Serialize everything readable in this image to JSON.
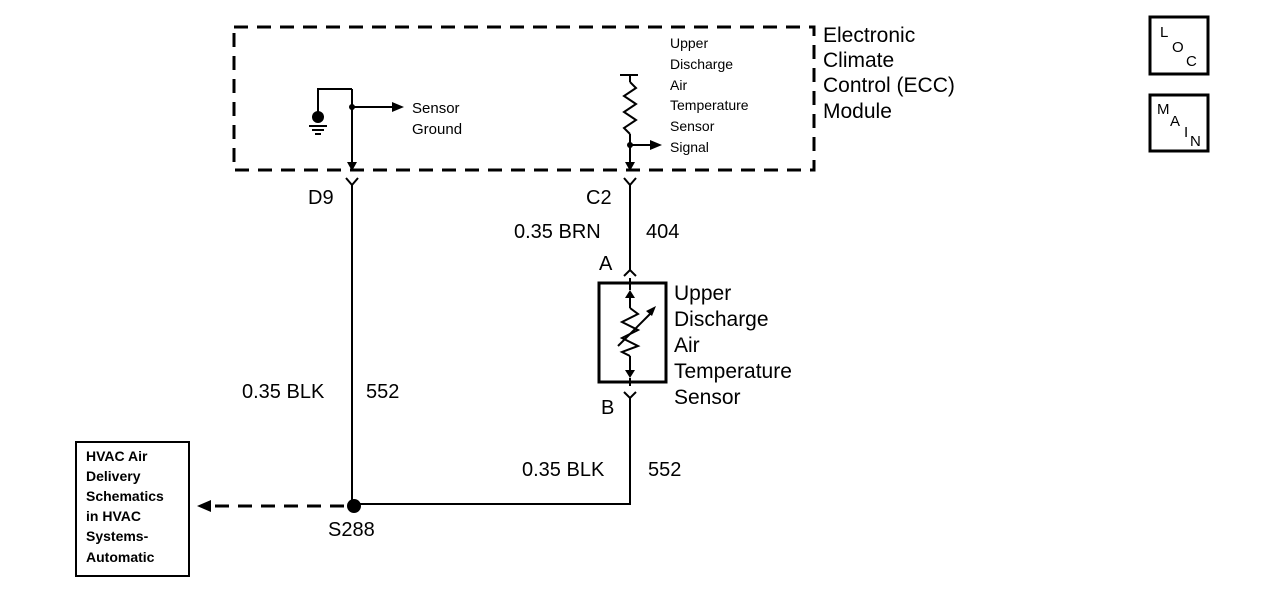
{
  "module": {
    "name_lines": [
      "Electronic",
      "Climate",
      "Control (ECC)",
      "Module"
    ],
    "sensor_ground_lines": [
      "Sensor",
      "Ground"
    ],
    "upper_signal_lines": [
      "Upper",
      "Discharge",
      "Air",
      "Temperature",
      "Sensor",
      "Signal"
    ]
  },
  "connectors": {
    "d9": "D9",
    "c2": "C2",
    "a": "A",
    "b": "B"
  },
  "wires": {
    "brn": {
      "gauge_color": "0.35 BRN",
      "circuit": "404"
    },
    "blk_left": {
      "gauge_color": "0.35 BLK",
      "circuit": "552"
    },
    "blk_right": {
      "gauge_color": "0.35 BLK",
      "circuit": "552"
    }
  },
  "sensor": {
    "name_lines": [
      "Upper",
      "Discharge",
      "Air",
      "Temperature",
      "Sensor"
    ]
  },
  "splice": {
    "label": "S288"
  },
  "reference_box": {
    "lines": [
      "HVAC Air",
      "Delivery",
      "Schematics",
      "in HVAC",
      "Systems-",
      "Automatic"
    ]
  },
  "nav": {
    "loc": {
      "chars": [
        "L",
        "O",
        "C"
      ]
    },
    "main": {
      "chars": [
        "M",
        "A",
        "I",
        "N"
      ]
    }
  }
}
